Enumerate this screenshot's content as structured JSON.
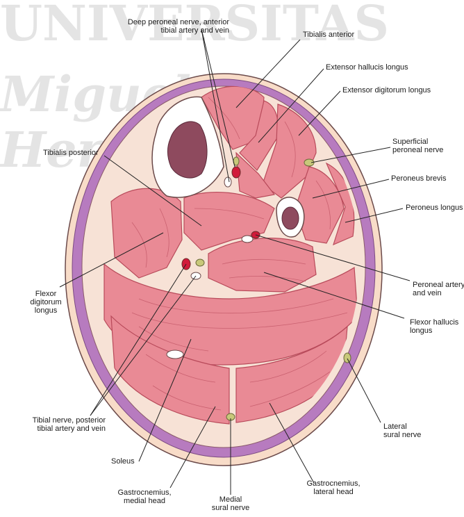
{
  "watermark": {
    "line1": "UNIVERSITAS",
    "line2": "Miguel",
    "line3": "Hernández"
  },
  "labels": {
    "deep_peroneal": [
      "Deep peroneal nerve, anterior",
      "tibial artery and vein"
    ],
    "tibialis_anterior": [
      "Tibialis anterior"
    ],
    "ext_hallucis": [
      "Extensor hallucis longus"
    ],
    "ext_digitorum": [
      "Extensor digitorum longus"
    ],
    "superficial_peroneal": [
      "Superficial",
      "peroneal nerve"
    ],
    "peroneus_brevis": [
      "Peroneus brevis"
    ],
    "peroneus_longus": [
      "Peroneus longus"
    ],
    "tibialis_posterior": [
      "Tibialis posterior"
    ],
    "flexor_digitorum": [
      "Flexor",
      "digitorum",
      "longus"
    ],
    "peroneal_artery": [
      "Peroneal artery",
      "and vein"
    ],
    "flexor_hallucis": [
      "Flexor hallucis",
      "longus"
    ],
    "tibial_nerve": [
      "Tibial nerve, posterior",
      "tibial artery and vein"
    ],
    "soleus": [
      "Soleus"
    ],
    "gastroc_medial": [
      "Gastrocnemius,",
      "medial head"
    ],
    "medial_sural": [
      "Medial",
      "sural nerve"
    ],
    "gastroc_lateral": [
      "Gastrocnemius,",
      "lateral head"
    ],
    "lateral_sural": [
      "Lateral",
      "sural nerve"
    ]
  },
  "colors": {
    "skin": "#f8dcc8",
    "fat": "#b77bbf",
    "fascia": "#f7e2d6",
    "muscle": "#e98a95",
    "muscle_line": "#b84a5a",
    "bone": "#ffffff",
    "marrow": "#8e4a5e",
    "artery": "#d11a3a",
    "nerve": "#c8c87a"
  }
}
